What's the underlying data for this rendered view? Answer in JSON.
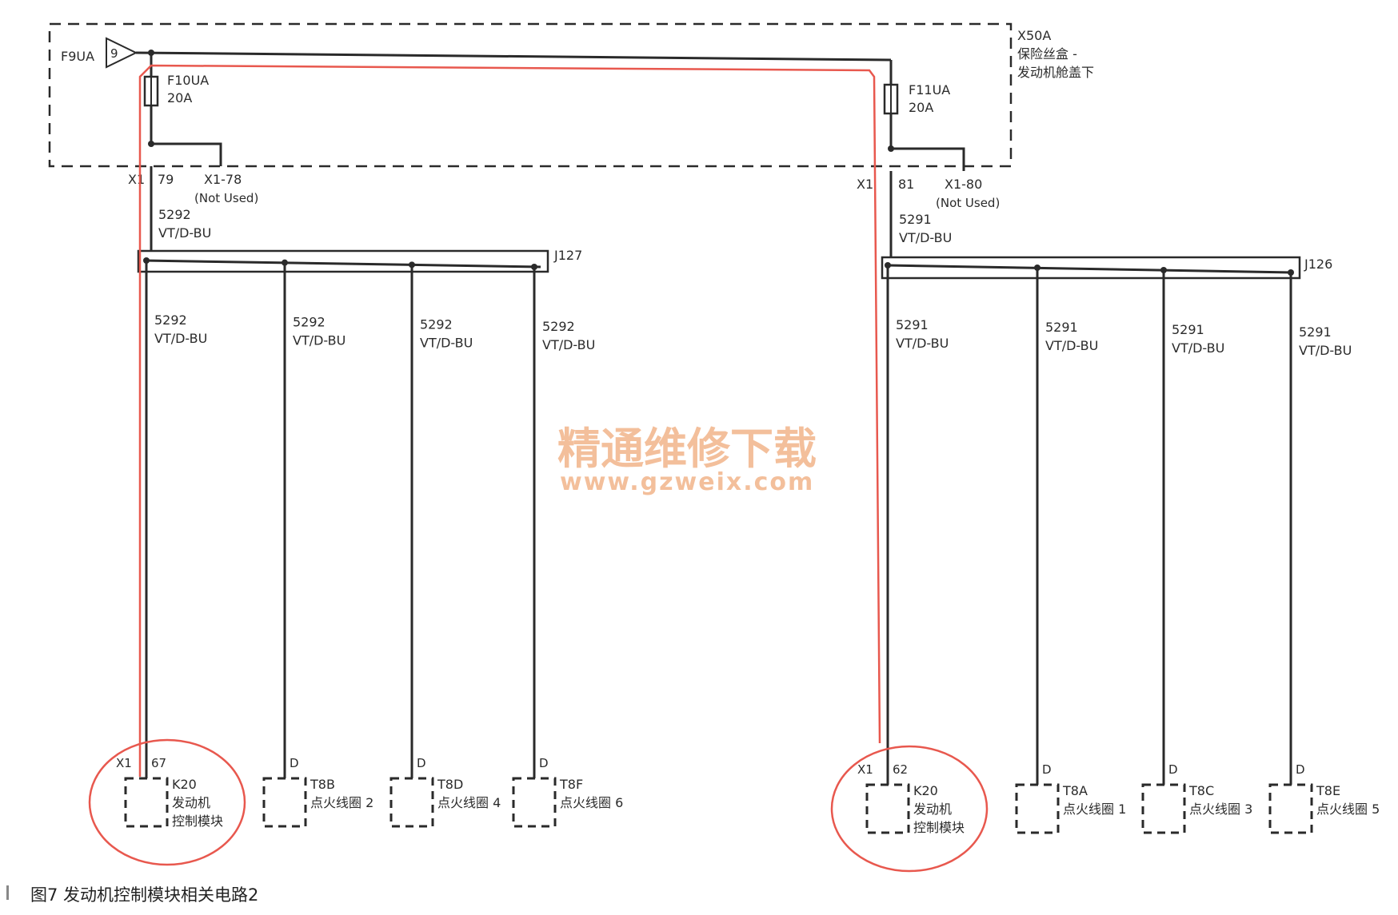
{
  "fuse_box": {
    "id": "X50A",
    "name_line1": "保险丝盒 -",
    "name_line2": "发动机舱盖下",
    "feed": "F9UA",
    "feed_pin": "9"
  },
  "left_branch": {
    "fuse": "F10UA",
    "fuse_rating": "20A",
    "conn": "X1",
    "pin": "79",
    "unused_pin": "X1-78",
    "unused_note": "(Not Used)",
    "wire_num": "5292",
    "wire_color": "VT/D-BU",
    "splice": "J127",
    "drops": [
      {
        "wire": "5292",
        "color": "VT/D-BU",
        "conn": "X1",
        "pin": "67",
        "id": "K20",
        "name1": "发动机",
        "name2": "控制模块"
      },
      {
        "wire": "5292",
        "color": "VT/D-BU",
        "conn": "",
        "pin": "D",
        "id": "T8B",
        "name1": "点火线圈 2",
        "name2": ""
      },
      {
        "wire": "5292",
        "color": "VT/D-BU",
        "conn": "",
        "pin": "D",
        "id": "T8D",
        "name1": "点火线圈 4",
        "name2": ""
      },
      {
        "wire": "5292",
        "color": "VT/D-BU",
        "conn": "",
        "pin": "D",
        "id": "T8F",
        "name1": "点火线圈 6",
        "name2": ""
      }
    ]
  },
  "right_branch": {
    "fuse": "F11UA",
    "fuse_rating": "20A",
    "conn": "X1",
    "pin": "81",
    "unused_pin": "X1-80",
    "unused_note": "(Not Used)",
    "wire_num": "5291",
    "wire_color": "VT/D-BU",
    "splice": "J126",
    "drops": [
      {
        "wire": "5291",
        "color": "VT/D-BU",
        "conn": "X1",
        "pin": "62",
        "id": "K20",
        "name1": "发动机",
        "name2": "控制模块"
      },
      {
        "wire": "5291",
        "color": "VT/D-BU",
        "conn": "",
        "pin": "D",
        "id": "T8A",
        "name1": "点火线圈 1",
        "name2": ""
      },
      {
        "wire": "5291",
        "color": "VT/D-BU",
        "conn": "",
        "pin": "D",
        "id": "T8C",
        "name1": "点火线圈 3",
        "name2": ""
      },
      {
        "wire": "5291",
        "color": "VT/D-BU",
        "conn": "",
        "pin": "D",
        "id": "T8E",
        "name1": "点火线圈 5",
        "name2": ""
      }
    ]
  },
  "watermark": {
    "line1": "精通维修下载",
    "line2": "www.gzweix.com"
  },
  "caption": "图7  发动机控制模块相关电路2",
  "colors": {
    "wire": "#2a2a2a",
    "highlight": "#e8584e",
    "watermark": "#f2b48a"
  }
}
